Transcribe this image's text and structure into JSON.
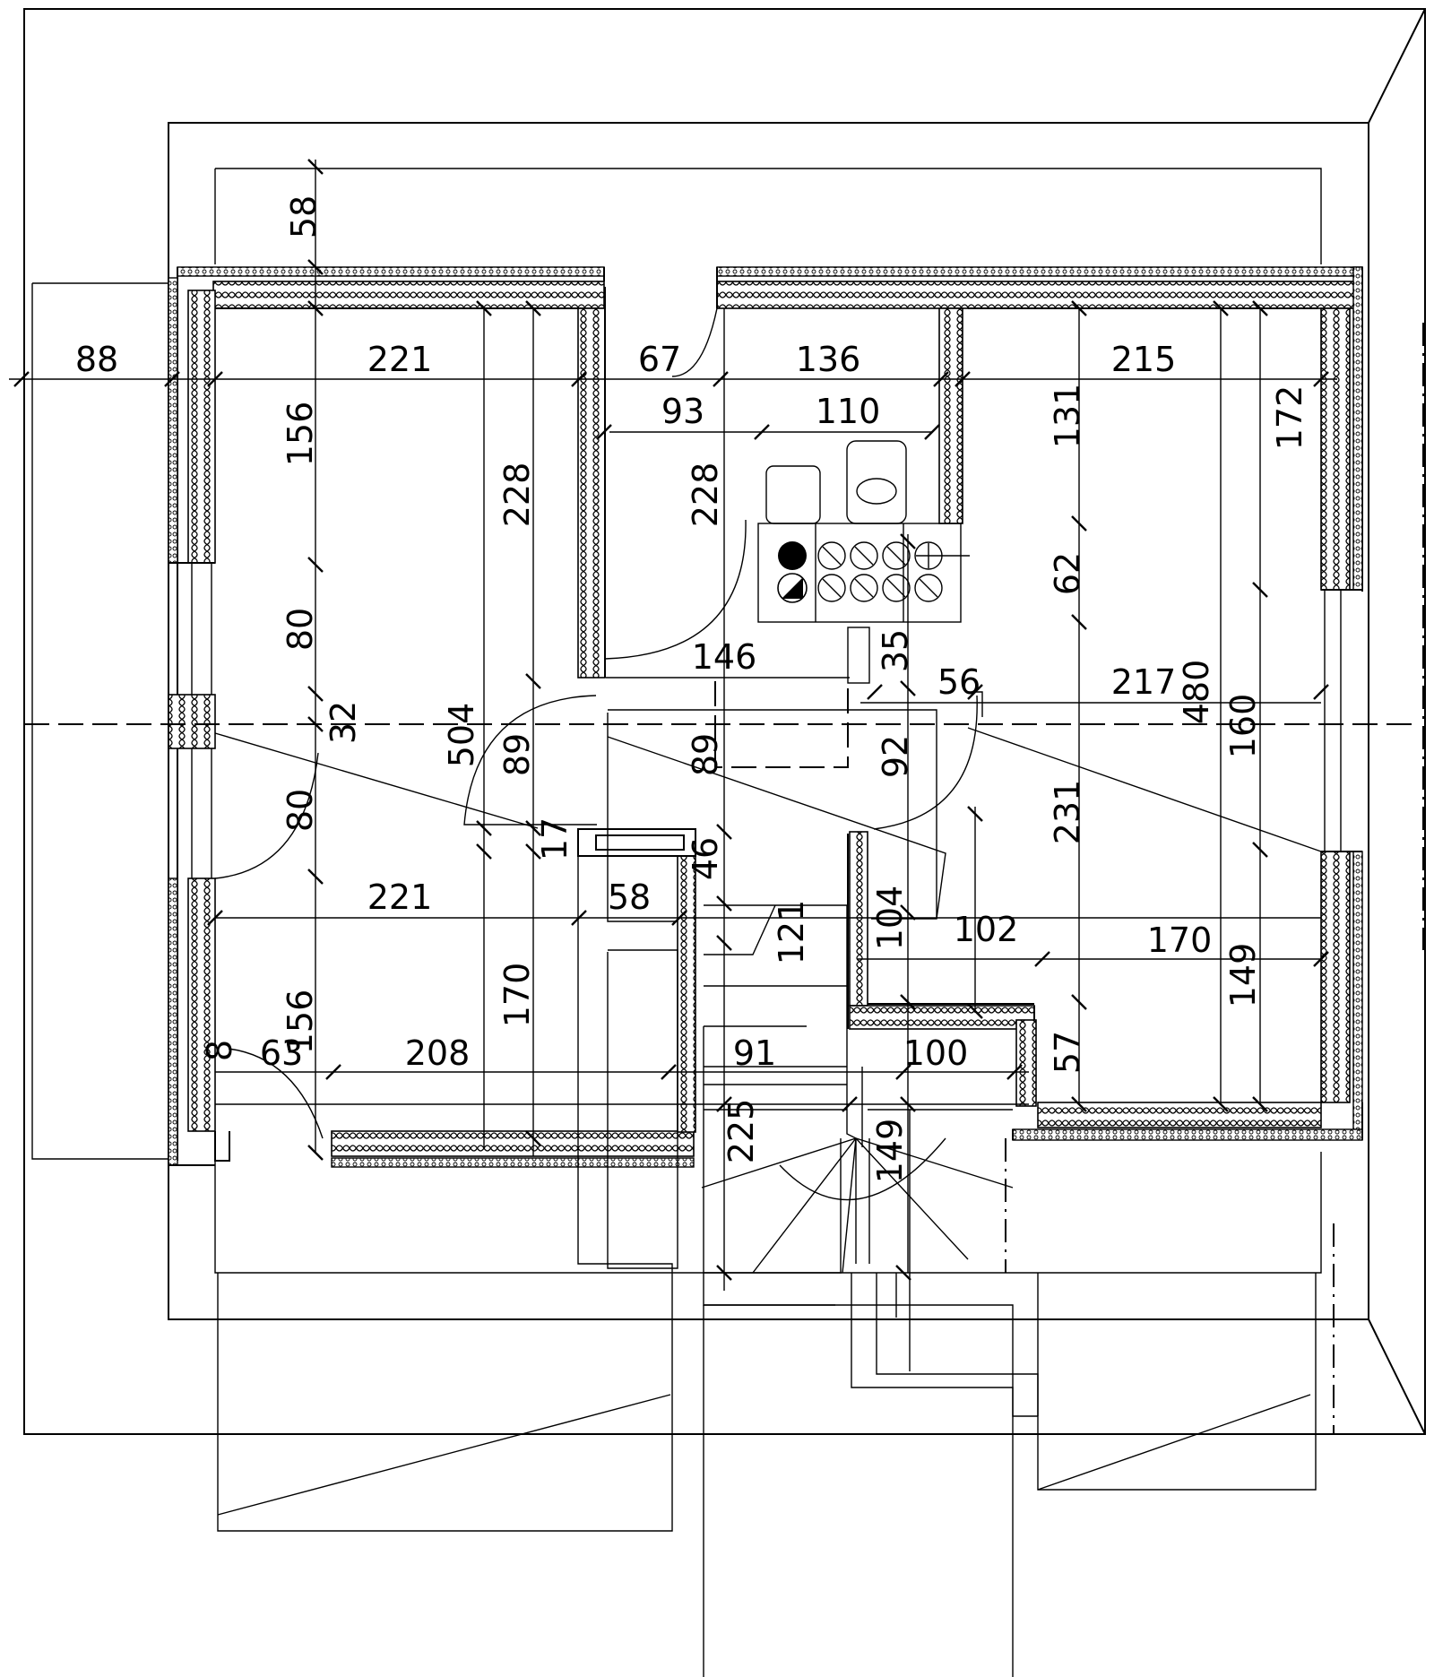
{
  "dimensions": {
    "top_58": "58",
    "left_88": "88",
    "d221_top": "221",
    "d67": "67",
    "d136": "136",
    "d215": "215",
    "d93": "93",
    "d110": "110",
    "d156_top": "156",
    "d228_a": "228",
    "d228_b": "228",
    "d131": "131",
    "d172": "172",
    "d62": "62",
    "d80_a": "80",
    "d146": "146",
    "d35": "35",
    "d56": "56",
    "d217": "217",
    "d480": "480",
    "d160": "160",
    "d32": "32",
    "d504": "504",
    "d89_a": "89",
    "d89_b": "89",
    "d92": "92",
    "d80_b": "80",
    "d17": "17",
    "d46": "46",
    "d231": "231",
    "d221_bot": "221",
    "d58_mid": "58",
    "d121": "121",
    "d104": "104",
    "d102": "102",
    "d170_r": "170",
    "d149_r": "149",
    "d156_bot": "156",
    "d170_l": "170",
    "d8": "8",
    "d63": "63",
    "d208": "208",
    "d91": "91",
    "d100": "100",
    "d57": "57",
    "d225": "225",
    "d149_s": "149"
  }
}
